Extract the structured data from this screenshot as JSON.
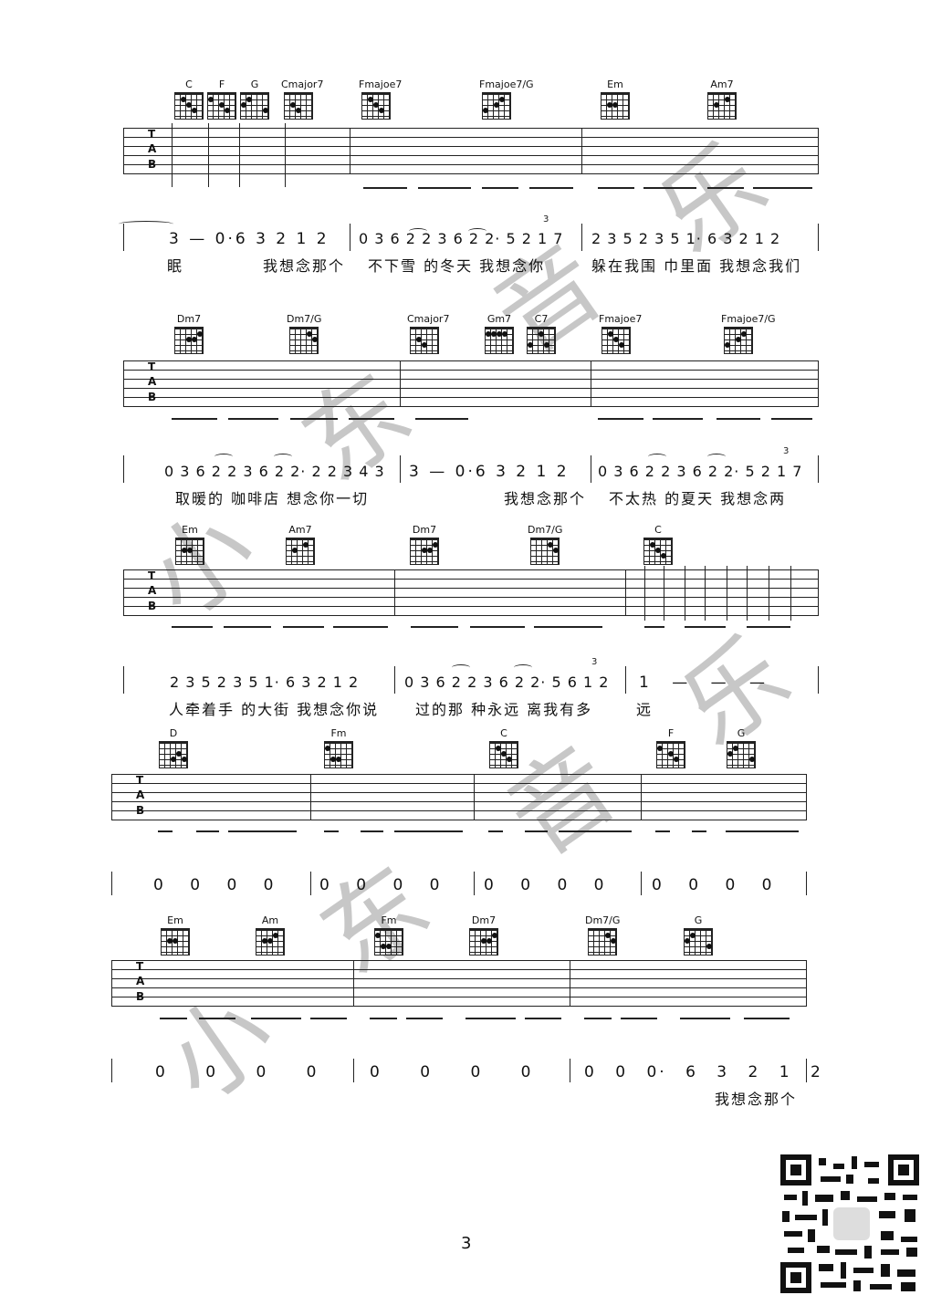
{
  "systems": [
    {
      "chords": [
        "C",
        "F",
        "G",
        "Cmajor7",
        "Fmajoe7",
        "Fmajoe7/G",
        "Em",
        "Am7"
      ],
      "jianpu": [
        "3 — 0·6 3 2 1 2",
        "0 3 6 2 2 3 6 2 2· 5 2 1 7",
        "2 3 5 2 3 5 1· 6 3 2 1 2"
      ],
      "lyrics": [
        "眠",
        "我想念那个",
        "不下雪 的冬天 我想念你",
        "躲在我围 巾里面 我想念我们"
      ]
    },
    {
      "chords": [
        "Dm7",
        "Dm7/G",
        "Cmajor7",
        "Gm7",
        "C7",
        "Fmajoe7",
        "Fmajoe7/G"
      ],
      "jianpu": [
        "0 3 6 2 2 3 6 2 2· 2 2 3 4 3",
        "3 — 0·6 3 2 1 2",
        "0 3 6 2 2 3 6 2 2· 5 2 1 7"
      ],
      "lyrics": [
        "取暖的 咖啡店 想念你一切",
        "我想念那个",
        "不太热 的夏天 我想念两"
      ]
    },
    {
      "chords": [
        "Em",
        "Am7",
        "Dm7",
        "Dm7/G",
        "C"
      ],
      "jianpu": [
        "2 3 5 2 3 5 1· 6 3 2 1 2",
        "0 3 6 2 2 3 6 2 2· 5 6 1 2",
        "1 — — —"
      ],
      "lyrics": [
        "人牵着手 的大街 我想念你说",
        "过的那 种永远 离我有多",
        "远"
      ]
    },
    {
      "chords": [
        "D",
        "Fm",
        "C",
        "F",
        "G"
      ],
      "jianpu": [
        "0 0 0 0",
        "0 0 0 0",
        "0 0 0 0",
        "0 0 0 0"
      ],
      "lyrics": []
    },
    {
      "chords": [
        "Em",
        "Am",
        "Fm",
        "Dm7",
        "Dm7/G",
        "G"
      ],
      "jianpu": [
        "0 0 0 0",
        "0 0 0 0",
        "0 0 0· 6 3 2 1 2"
      ],
      "lyrics": [
        "我想念那个"
      ]
    }
  ],
  "tab_letters": [
    "T",
    "A",
    "B"
  ],
  "tuplet": "3",
  "watermark": [
    "小",
    "东",
    "音",
    "乐"
  ],
  "page_number": "3"
}
